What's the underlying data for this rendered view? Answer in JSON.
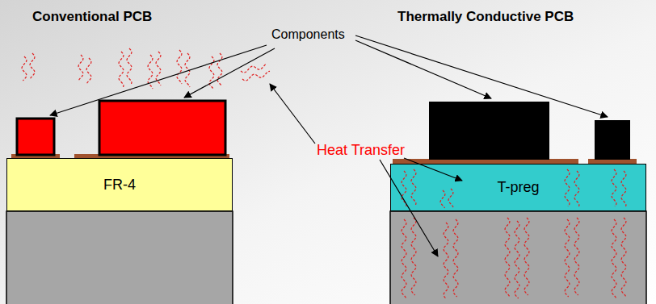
{
  "diagram": {
    "nodes": [
      {
        "text": [
          "FR-4"
        ]
      },
      {
        "text": [
          "T-preg"
        ]
      }
    ],
    "labels": [
      "Conventional PCB",
      "Thermally Conductive PCB",
      "Components",
      "Heat Transfer"
    ]
  }
}
